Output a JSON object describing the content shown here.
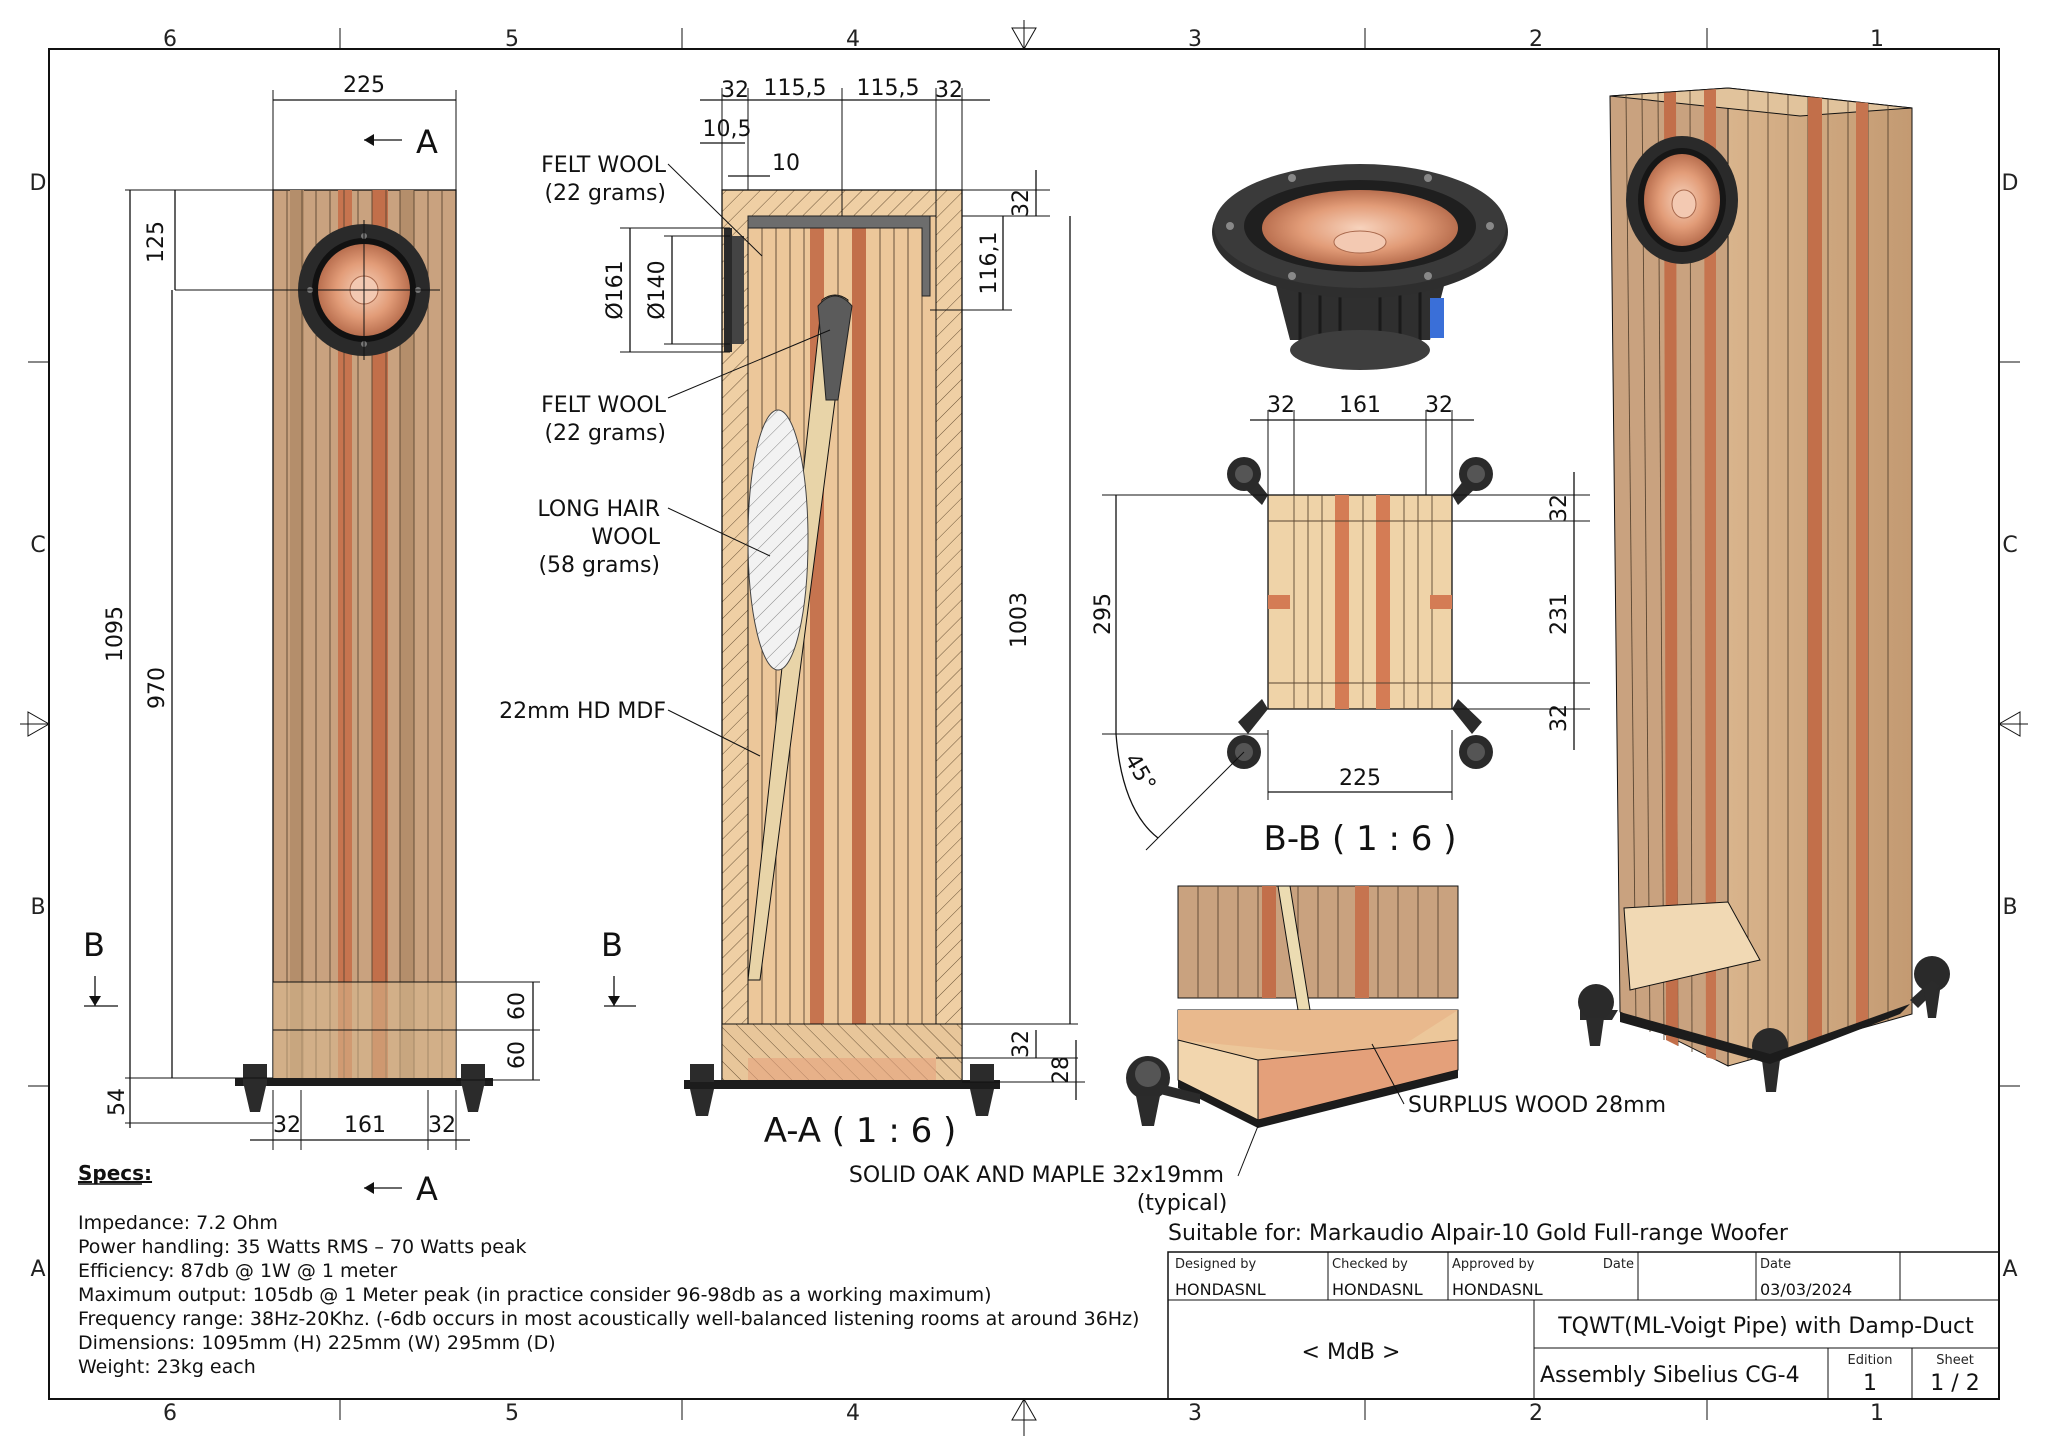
{
  "zones": {
    "columns_top": [
      "6",
      "5",
      "4",
      "3",
      "2",
      "1"
    ],
    "columns_bottom": [
      "6",
      "5",
      "4",
      "3",
      "2",
      "1"
    ],
    "rows_left": [
      "D",
      "C",
      "B",
      "A"
    ],
    "rows_right": [
      "D",
      "C",
      "B",
      "A"
    ]
  },
  "front_view": {
    "dim_width": "225",
    "dim_driver_top": "125",
    "dim_total_height": "1095",
    "dim_driver_to_base": "970",
    "dim_plinth_1": "60",
    "dim_plinth_2": "60",
    "dim_feet_height": "54",
    "dim_bottom_left": "32",
    "dim_bottom_mid": "161",
    "dim_bottom_right": "32",
    "section_a_top": "A",
    "section_a_bottom": "A",
    "section_b_left": "B",
    "section_b_right": "B"
  },
  "section_aa": {
    "title": "A-A ( 1 : 6 )",
    "dim_32_left": "32",
    "dim_115_a": "115,5",
    "dim_115_b": "115,5",
    "dim_32_right": "32",
    "dim_10_5": "10,5",
    "dim_10": "10",
    "dim_top_32": "32",
    "dim_116": "116,1",
    "dim_161": "Ø161",
    "dim_140": "Ø140",
    "dim_height": "1003",
    "dim_bottom_32": "32",
    "dim_surplus_28": "28",
    "label_felt_top": "FELT WOOL",
    "label_felt_top_weight": "(22 grams)",
    "label_felt_mid": "FELT WOOL",
    "label_felt_mid_weight": "(22 grams)",
    "label_long_hair_1": "LONG HAIR",
    "label_long_hair_2": "WOOL",
    "label_long_hair_weight": "(58 grams)",
    "label_mdf": "22mm HD MDF"
  },
  "section_bb": {
    "title": "B-B ( 1 : 6 )",
    "dim_top_left": "32",
    "dim_top_mid": "161",
    "dim_top_right": "32",
    "dim_depth": "295",
    "dim_right_top": "32",
    "dim_right_mid": "231",
    "dim_right_bottom": "32",
    "dim_bottom_width": "225",
    "dim_angle": "45°"
  },
  "detail": {
    "label_surplus": "SURPLUS WOOD 28mm",
    "label_solid_1": "SOLID OAK AND MAPLE 32x19mm",
    "label_solid_2": "(typical)"
  },
  "specs": {
    "heading": "Specs:",
    "lines": [
      "Impedance: 7.2 Ohm",
      "Power handling: 35 Watts RMS – 70 Watts peak",
      "Efficiency: 87db @ 1W @ 1 meter",
      "Maximum output: 105db @ 1 Meter peak (in practice consider 96-98db as a working maximum)",
      "Frequency range: 38Hz-20Khz. (-6db occurs in most acoustically well-balanced listening rooms at around 36Hz)",
      "Dimensions: 1095mm (H) 225mm (W) 295mm (D)",
      "Weight: 23kg each"
    ]
  },
  "title_block": {
    "suitable": "Suitable for: Markaudio Alpair-10 Gold Full-range Woofer",
    "designed_by_label": "Designed by",
    "designed_by": "HONDASNL",
    "checked_by_label": "Checked by",
    "checked_by": "HONDASNL",
    "approved_by_label": "Approved by",
    "approved_by": "HONDASNL",
    "date_label_1": "Date",
    "date_label_2": "Date",
    "date": "03/03/2024",
    "company": "< MdB >",
    "title": "TQWT(ML-Voigt Pipe) with Damp-Duct",
    "subtitle": "Assembly Sibelius CG-4",
    "edition_label": "Edition",
    "edition": "1",
    "sheet_label": "Sheet",
    "sheet": "1 / 2"
  },
  "colors": {
    "oak": "#c9a27f",
    "maple": "#ecd2ae",
    "cherry": "#c9744e",
    "walnut": "#a9845f",
    "speaker_dark": "#2a2a2a",
    "cone": "#e6a98a",
    "line": "#111111"
  }
}
